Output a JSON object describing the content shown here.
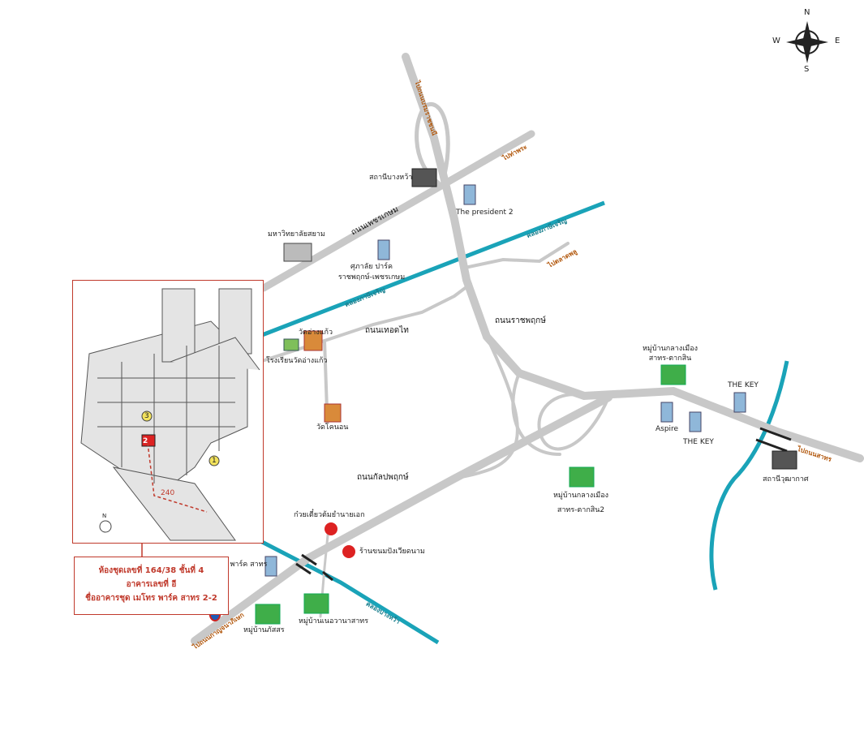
{
  "compass": {
    "n": "N",
    "s": "S",
    "e": "E",
    "w": "W"
  },
  "roads": {
    "phetkasem": "ถนนเพชรเกษม",
    "thoetthai": "ถนนเทอดไท",
    "ratchaphruek": "ถนนราชพฤกษ์",
    "kanlapaphruek": "ถนนกัลปพฤกษ์"
  },
  "directions": {
    "to_bang_phrom": "ไปถนนบรมราชชนนี",
    "to_tha_phra": "ไปท่าพระ",
    "to_talat_phlu": "ไปตลาดพลู",
    "to_sathorn": "ไปถนนสาทร",
    "to_kanchanaphisek": "ไปถนนกาญจนาภิเษก",
    "canal_phasi_charoen_1": "คลองภาษีเจริญ",
    "canal_phasi_charoen_2": "คลองภาษีเจริญ",
    "canal_bang_wa": "คลองบางหว้า"
  },
  "places": {
    "bang_wa_station": "สถานีบางหว้า",
    "president2": "The president 2",
    "siam_university": "มหาวิทยาลัยสยาม",
    "supalai_park_1": "ศุภาลัย ปาร์ค",
    "supalai_park_2": "ราชพฤกษ์-เพชรเกษม",
    "wat_ang_kaeo": "วัดอ่างแก้ว",
    "school_wat_ang_kaeo": "โรงเรียนวัดอ่างแก้ว",
    "wat_khanon": "วัดโคนอน",
    "village_klang_mueang_1a": "หมู่บ้านกลางเมือง",
    "village_klang_mueang_1b": "สาทร-ตากสิน",
    "the_key_1": "THE KEY",
    "aspire": "Aspire",
    "the_key_2": "THE KEY",
    "wutthakat_station": "สถานีวุฒากาศ",
    "village_klang_mueang_2a": "หมู่บ้านกลางเมือง",
    "village_klang_mueang_2b": "สาทร-ตากสิน2",
    "noodle_shop": "ก๋วยเตี๋ยวต้มยำนายเอก",
    "bread_shop": "ร้านขนมปังเวียดนาม",
    "metro_park": "เมโทร พาร์ค สาทร",
    "village_phatsorn": "หมู่บ้านภัสสร",
    "village_nevana": "หมู่บ้านเนอวานาสาทร"
  },
  "inset": {
    "distance_label": "240",
    "marker_1": "1",
    "marker_2": "2",
    "marker_3": "3"
  },
  "info_box": {
    "line1": "ห้องชุดเลขที่ 164/38 ชั้นที่ 4",
    "line2": "อาคารเลขที่ อี",
    "line3": "ชื่ออาคารชุด เมโทร พาร์ค สาทร 2-2"
  },
  "colors": {
    "road": "#c8c8c8",
    "canal": "#1aa3b8",
    "highlight": "#c0392b",
    "direction_text": "#b35a10"
  }
}
